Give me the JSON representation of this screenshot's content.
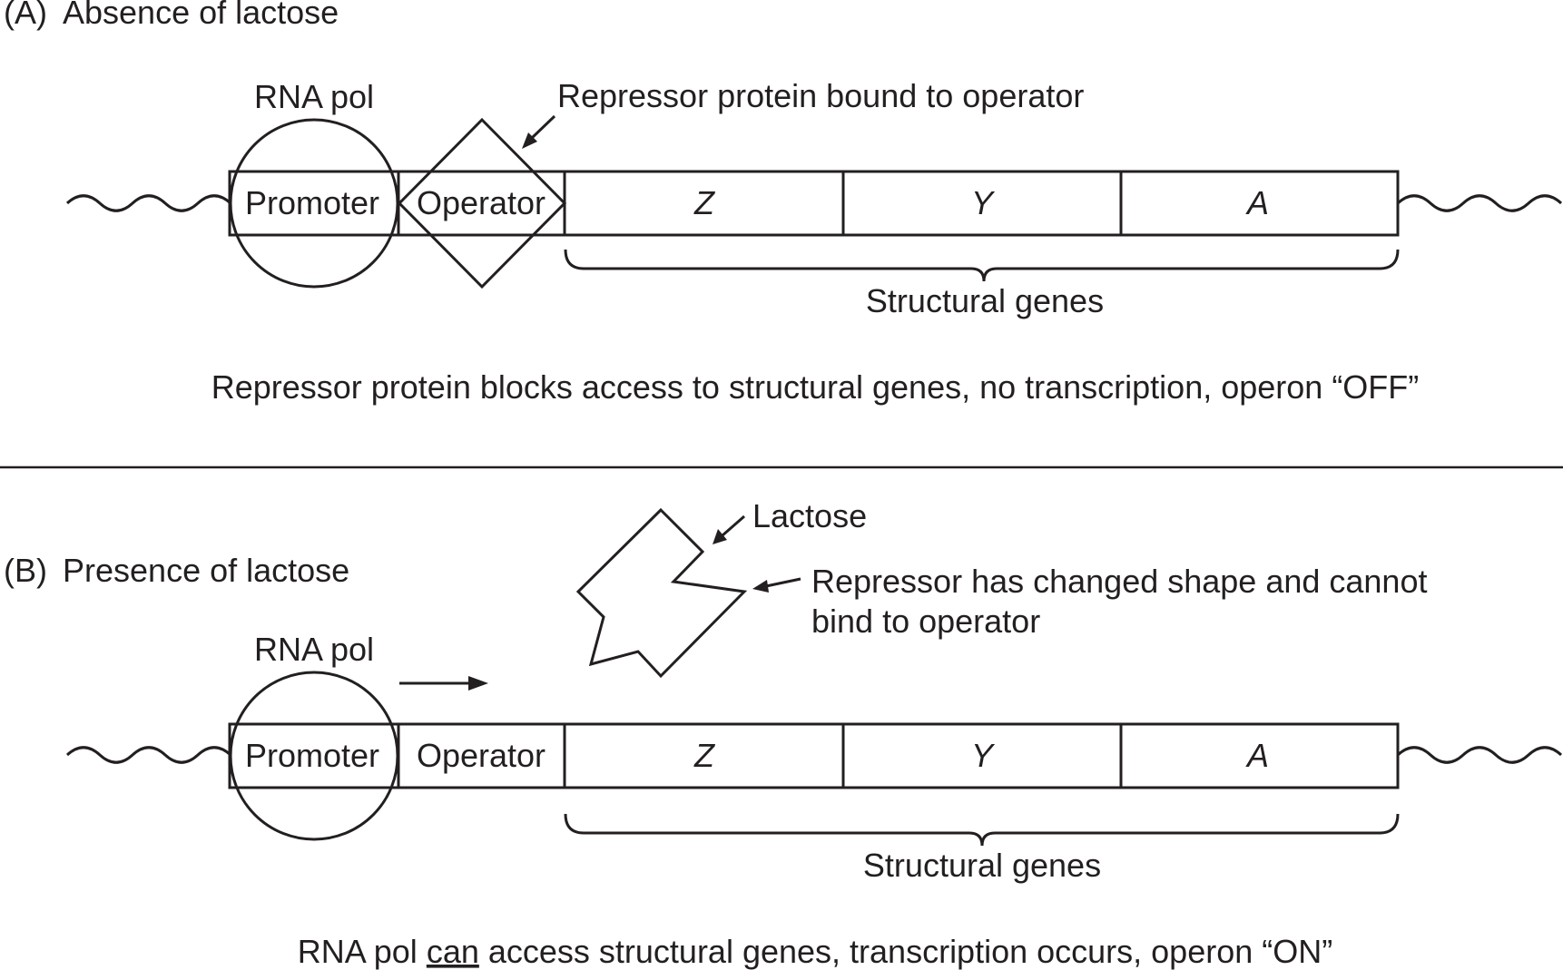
{
  "panel_a": {
    "title_letter": "(A)",
    "title_text": "Absence of lactose",
    "rna_pol_label": "RNA pol",
    "repressor_label": "Repressor protein bound to operator",
    "promoter_label": "Promoter",
    "operator_label": "Operator",
    "genes": [
      "Z",
      "Y",
      "A"
    ],
    "structural_label": "Structural genes",
    "caption": "Repressor protein blocks access to structural genes, no transcription, operon “OFF”"
  },
  "panel_b": {
    "title_letter": "(B)",
    "title_text": "Presence of lactose",
    "rna_pol_label": "RNA pol",
    "lactose_label": "Lactose",
    "repressor_label_line1": "Repressor has changed shape and cannot",
    "repressor_label_line2": "bind to operator",
    "promoter_label": "Promoter",
    "operator_label": "Operator",
    "genes": [
      "Z",
      "Y",
      "A"
    ],
    "structural_label": "Structural genes",
    "caption_before": "RNA pol ",
    "caption_underlined": "can",
    "caption_after": " access structural genes, transcription occurs, operon “ON”"
  },
  "colors": {
    "ink": "#231f20",
    "background": "#ffffff"
  }
}
